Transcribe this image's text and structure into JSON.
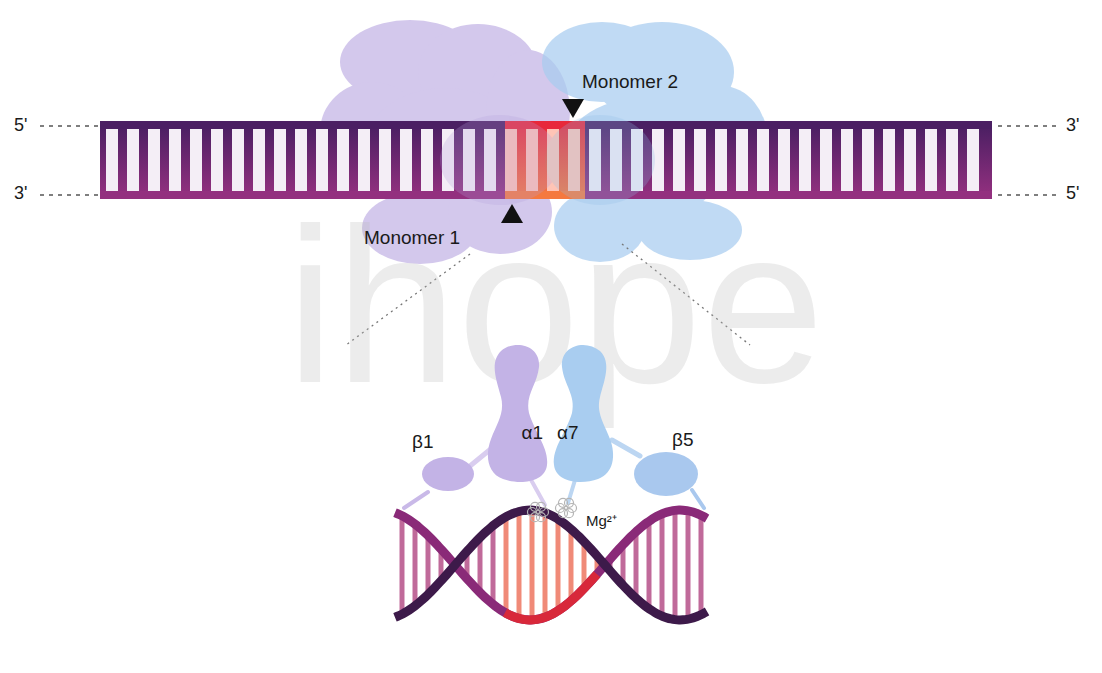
{
  "diagram": {
    "nodes": [
      {
        "text": [
          "α1"
        ]
      },
      {
        "text": [
          "α7"
        ]
      }
    ],
    "labels": [
      "5'",
      "Monomer 2",
      "3'",
      "3'",
      "5'",
      "Monomer 1",
      "ihope",
      "β1",
      "β5",
      "Mg²⁺"
    ]
  }
}
